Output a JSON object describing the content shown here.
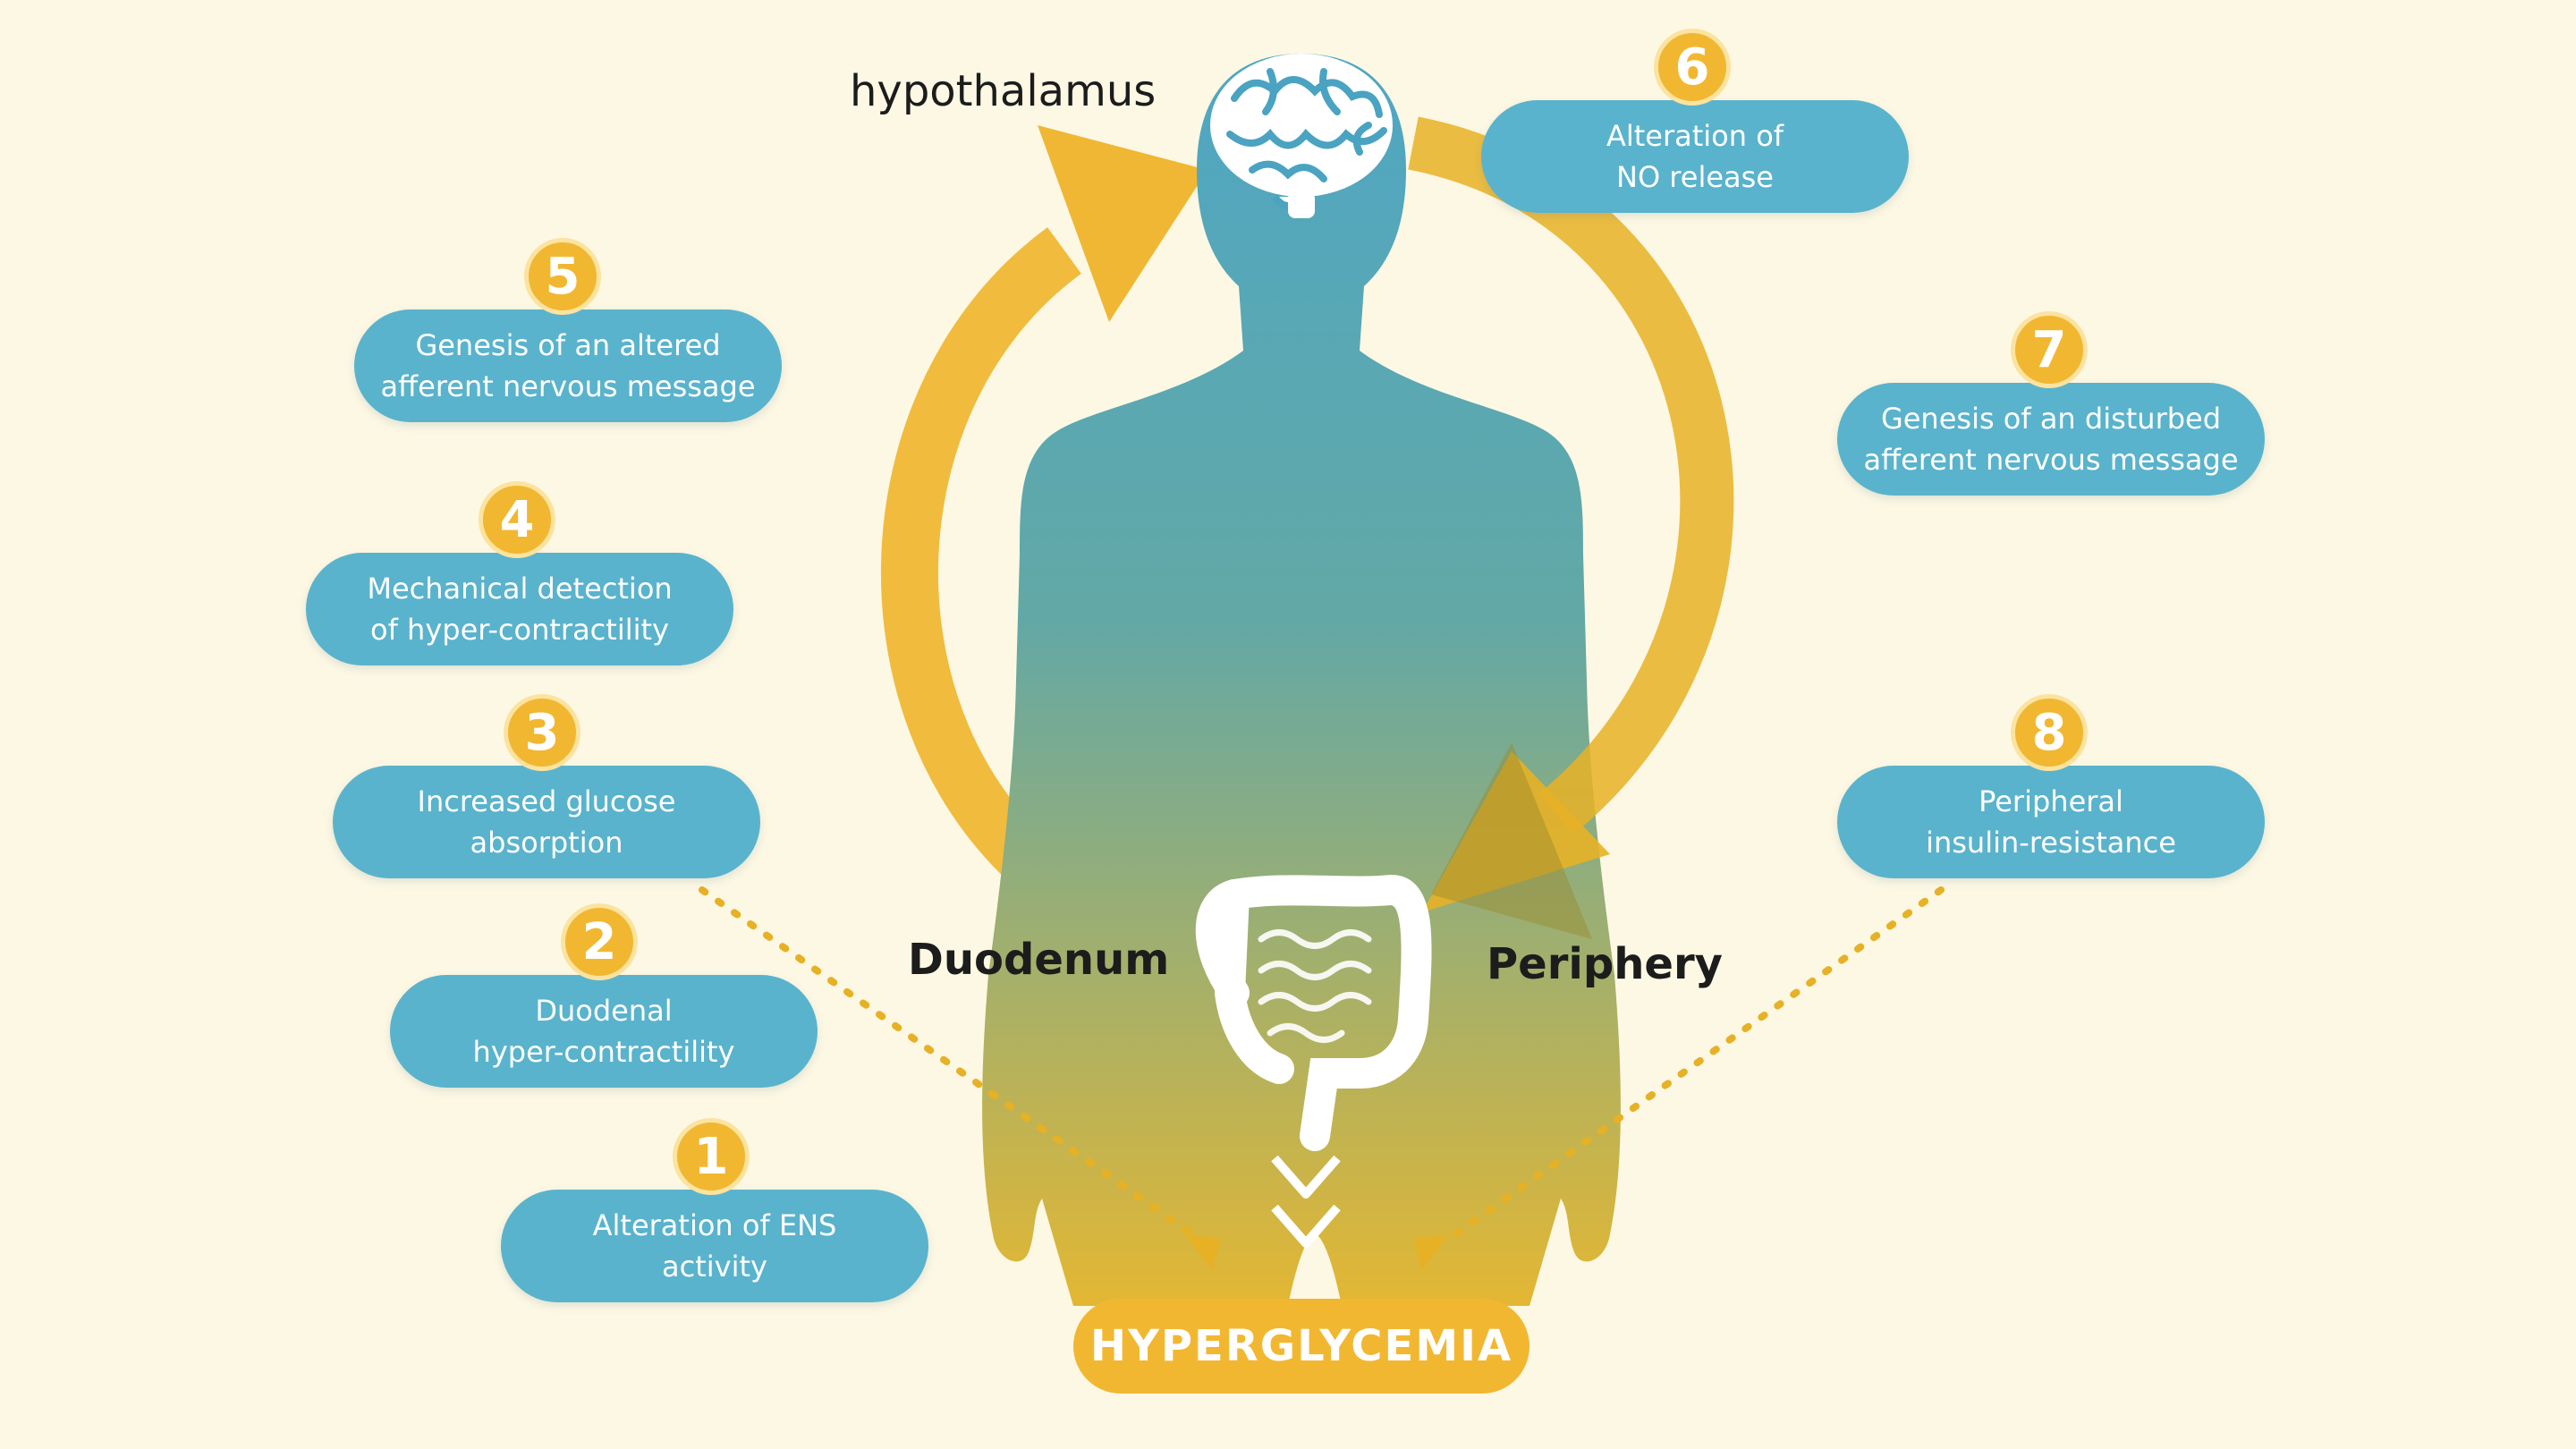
{
  "labels": {
    "hypothalamus": "hypothalamus",
    "duodenum": "Duodenum",
    "periphery": "Periphery",
    "hyperglycemia": "HYPERGLYCEMIA"
  },
  "steps": [
    {
      "number": "1",
      "line1": "Alteration of ENS",
      "line2": "activity"
    },
    {
      "number": "2",
      "line1": "Duodenal",
      "line2": "hyper-contractility"
    },
    {
      "number": "3",
      "line1": "Increased glucose",
      "line2": "absorption"
    },
    {
      "number": "4",
      "line1": "Mechanical detection",
      "line2": "of hyper-contractility"
    },
    {
      "number": "5",
      "line1": "Genesis of an altered",
      "line2": "afferent nervous message"
    },
    {
      "number": "6",
      "line1": "Alteration of",
      "line2": "NO release"
    },
    {
      "number": "7",
      "line1": "Genesis of an disturbed",
      "line2": "afferent nervous message"
    },
    {
      "number": "8",
      "line1": "Peripheral",
      "line2": "insulin-resistance"
    }
  ],
  "colors": {
    "background": "#fdf8e4",
    "pill": "#5ab3cc",
    "accent": "#f2b731",
    "body_top": "#4fa7c3",
    "body_bottom": "#e3b733"
  }
}
